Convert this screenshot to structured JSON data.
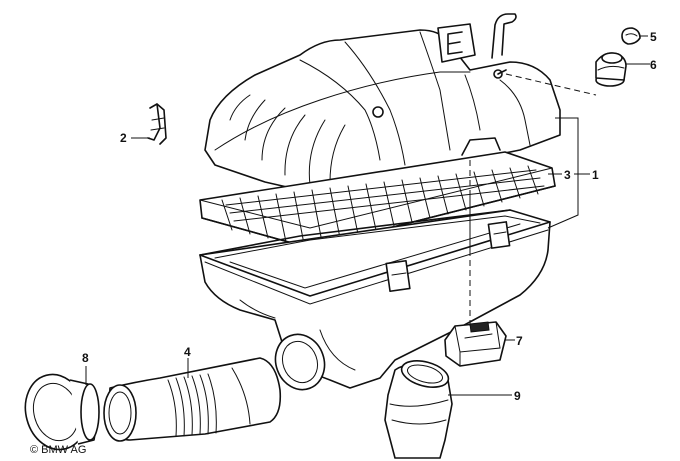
{
  "callouts": {
    "c1": "1",
    "c2": "2",
    "c3": "3",
    "c4": "4",
    "c5": "5",
    "c6": "6",
    "c7": "7",
    "c8": "8",
    "c9": "9"
  },
  "copyright": "© BMW AG"
}
